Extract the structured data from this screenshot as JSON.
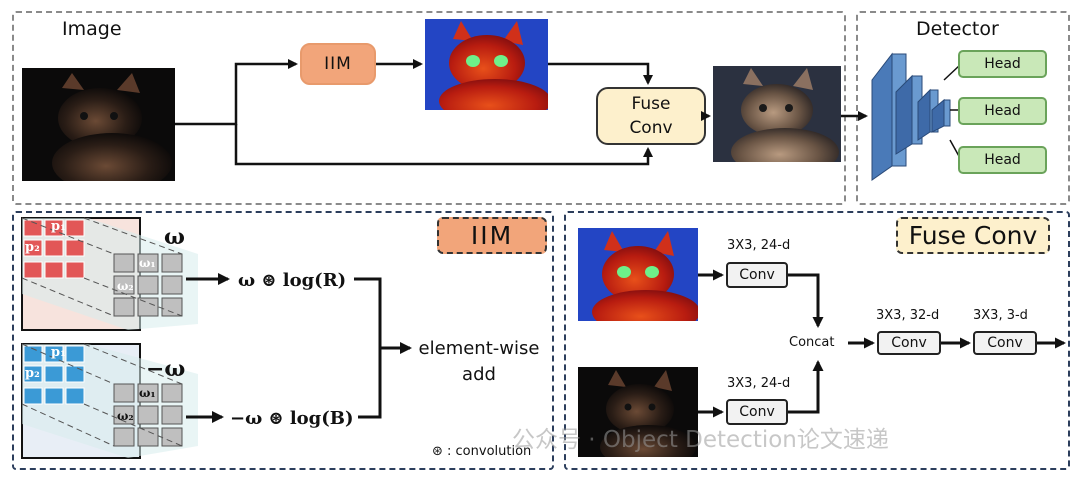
{
  "top": {
    "image_label": "Image",
    "iim_label": "IIM",
    "fuse_label_line1": "Fuse",
    "fuse_label_line2": "Conv",
    "detector_label": "Detector",
    "heads": [
      "Head",
      "Head",
      "Head"
    ]
  },
  "iim_panel": {
    "tag": "IIM",
    "omega_top": "ω",
    "omega_bottom": "−ω",
    "p1": "p₁",
    "p2": "p₂",
    "w1": "ω₁",
    "w2": "ω₂",
    "formula_top": "ω ⊛ log(R)",
    "formula_bottom": "−ω ⊛ log(B)",
    "sum_line1": "element-wise",
    "sum_line2": "add",
    "legend": "⊛ : convolution"
  },
  "fuse_panel": {
    "tag": "Fuse Conv",
    "spec_a": "3X3, 24-d",
    "spec_b": "3X3, 24-d",
    "spec_c": "3X3, 32-d",
    "spec_d": "3X3, 3-d",
    "conv": "Conv",
    "concat": "Concat"
  },
  "watermark": "公众号 · Object Detection论文速递",
  "colors": {
    "orange": "#f2a57a",
    "cream": "#fdf0cc",
    "green": "#c9e8b8",
    "navy": "#2c3e5c",
    "blue3d": "#4a7ab8"
  }
}
